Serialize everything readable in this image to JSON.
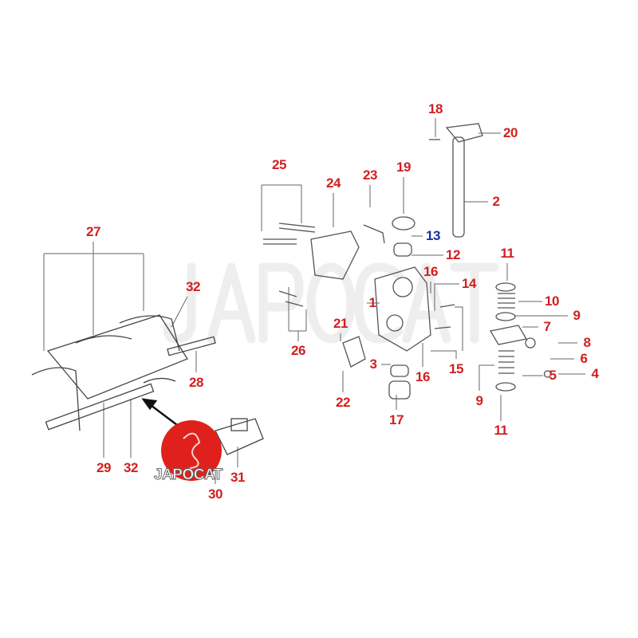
{
  "watermark": "JAPOCAT",
  "logo": {
    "text": "JAPOCAT",
    "color": "#e0201c"
  },
  "colors": {
    "label": "#d21f1f",
    "highlight_label": "#1a2fa8",
    "line": "#555555"
  },
  "callouts": [
    "18",
    "20",
    "2",
    "25",
    "24",
    "23",
    "19",
    "13",
    "12",
    "27",
    "32",
    "11",
    "10",
    "9",
    "7",
    "8",
    "6",
    "4",
    "5",
    "9",
    "11",
    "1",
    "16",
    "14",
    "15",
    "16",
    "21",
    "3",
    "22",
    "17",
    "26",
    "28",
    "29",
    "32",
    "31",
    "30"
  ]
}
